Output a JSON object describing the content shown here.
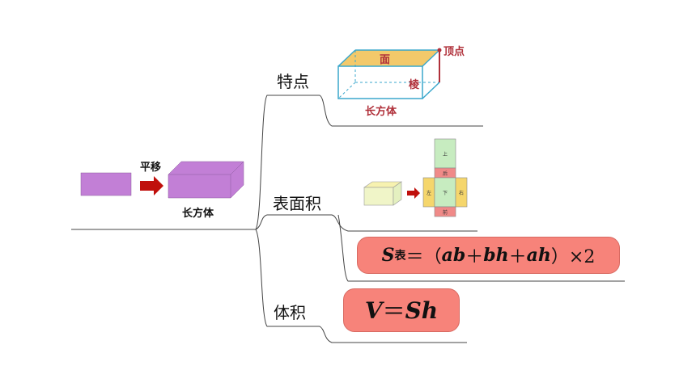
{
  "root": {
    "move_label": "平移",
    "result_label": "长方体",
    "shape_color": "#c27fd6",
    "arrow_color": "#c0100c"
  },
  "branches": {
    "features": {
      "label": "特点",
      "face_label": "面",
      "vertex_label": "顶点",
      "edge_label": "棱",
      "cuboid_label": "长方体",
      "box_edge_color": "#3aa7cc",
      "top_face_color": "#f3c96a"
    },
    "surface_area": {
      "label": "表面积",
      "formula_symbol": "S",
      "formula_sub": "表",
      "formula_eq": "＝",
      "formula_open": "（",
      "formula_t1": "ab",
      "formula_p1": "＋",
      "formula_t2": "bh",
      "formula_p2": "＋",
      "formula_t3": "ah",
      "formula_close": "）×2",
      "net_labels": {
        "top": "上",
        "bottom": "下",
        "front": "前",
        "back": "后",
        "left": "左",
        "right": "右"
      },
      "pill_color": "#f7837a"
    },
    "volume": {
      "label": "体积",
      "formula_v": "V",
      "formula_eq": "＝",
      "formula_sh": "Sh"
    }
  }
}
